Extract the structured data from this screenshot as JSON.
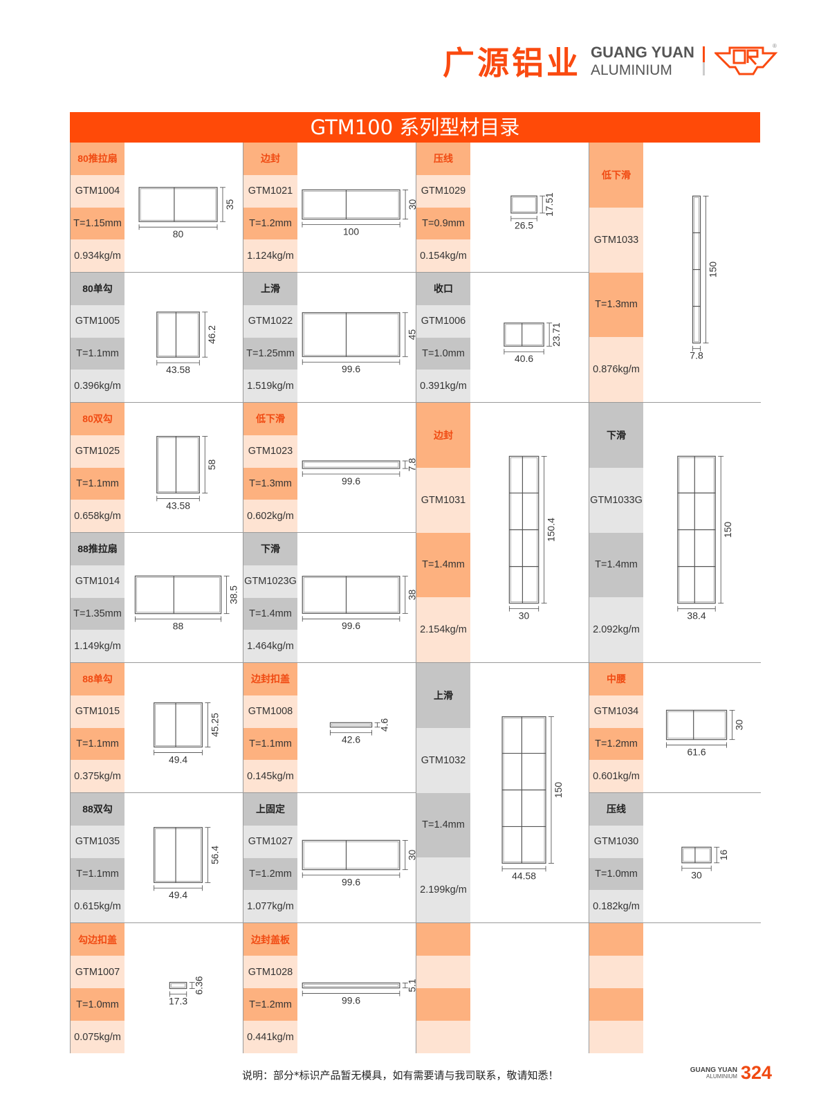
{
  "brand": {
    "name_cn": "广源铝业",
    "name_en_1": "GUANG YUAN",
    "name_en_2": "ALUMINIUM",
    "logo_mark": "CR",
    "registered": "®"
  },
  "title": "GTM100 系列型材目录",
  "colors": {
    "accent": "#ff4a08",
    "orange_dark": "#fdb17f",
    "orange_light": "#fee3d2",
    "gray_dark": "#c5c5c5",
    "gray_light": "#e5e5e5"
  },
  "cells": [
    {
      "col": 0,
      "row": 0,
      "span": 1,
      "scheme": "o",
      "name": "80推拉扇",
      "code": "GTM1004",
      "t": "T=1.15mm",
      "weight": "0.934kg/m",
      "w": "80",
      "h": "35",
      "wv": 80,
      "hv": 35
    },
    {
      "col": 0,
      "row": 1,
      "span": 1,
      "scheme": "g",
      "name": "80单勾",
      "code": "GTM1005",
      "t": "T=1.1mm",
      "weight": "0.396kg/m",
      "w": "43.58",
      "h": "46.2",
      "wv": 43.58,
      "hv": 46.2
    },
    {
      "col": 0,
      "row": 2,
      "span": 1,
      "scheme": "o",
      "name": "80双勾",
      "code": "GTM1025",
      "t": "T=1.1mm",
      "weight": "0.658kg/m",
      "w": "43.58",
      "h": "58",
      "wv": 43.58,
      "hv": 58
    },
    {
      "col": 0,
      "row": 3,
      "span": 1,
      "scheme": "g",
      "name": "88推拉扇",
      "code": "GTM1014",
      "t": "T=1.35mm",
      "weight": "1.149kg/m",
      "w": "88",
      "h": "38.5",
      "wv": 88,
      "hv": 38.5
    },
    {
      "col": 0,
      "row": 4,
      "span": 1,
      "scheme": "o",
      "name": "88单勾",
      "code": "GTM1015",
      "t": "T=1.1mm",
      "weight": "0.375kg/m",
      "w": "49.4",
      "h": "45.25",
      "wv": 49.4,
      "hv": 45.25
    },
    {
      "col": 0,
      "row": 5,
      "span": 1,
      "scheme": "g",
      "name": "88双勾",
      "code": "GTM1035",
      "t": "T=1.1mm",
      "weight": "0.615kg/m",
      "w": "49.4",
      "h": "56.4",
      "wv": 49.4,
      "hv": 56.4
    },
    {
      "col": 0,
      "row": 6,
      "span": 1,
      "scheme": "o",
      "name": "勾边扣盖",
      "code": "GTM1007",
      "t": "T=1.0mm",
      "weight": "0.075kg/m",
      "w": "17.3",
      "h": "6.36",
      "wv": 17.3,
      "hv": 6.36
    },
    {
      "col": 1,
      "row": 0,
      "span": 1,
      "scheme": "o",
      "name": "边封",
      "code": "GTM1021",
      "t": "T=1.2mm",
      "weight": "1.124kg/m",
      "w": "100",
      "h": "30",
      "wv": 100,
      "hv": 30
    },
    {
      "col": 1,
      "row": 1,
      "span": 1,
      "scheme": "g",
      "name": "上滑",
      "code": "GTM1022",
      "t": "T=1.25mm",
      "weight": "1.519kg/m",
      "w": "99.6",
      "h": "45",
      "wv": 99.6,
      "hv": 45
    },
    {
      "col": 1,
      "row": 2,
      "span": 1,
      "scheme": "o",
      "name": "低下滑",
      "code": "GTM1023",
      "t": "T=1.3mm",
      "weight": "0.602kg/m",
      "w": "99.6",
      "h": "7.8",
      "wv": 99.6,
      "hv": 7.8
    },
    {
      "col": 1,
      "row": 3,
      "span": 1,
      "scheme": "g",
      "name": "下滑",
      "code": "GTM1023G",
      "t": "T=1.4mm",
      "weight": "1.464kg/m",
      "w": "99.6",
      "h": "38",
      "wv": 99.6,
      "hv": 38
    },
    {
      "col": 1,
      "row": 4,
      "span": 1,
      "scheme": "o",
      "name": "边封扣盖",
      "code": "GTM1008",
      "t": "T=1.1mm",
      "weight": "0.145kg/m",
      "w": "42.6",
      "h": "4.6",
      "wv": 42.6,
      "hv": 4.6
    },
    {
      "col": 1,
      "row": 5,
      "span": 1,
      "scheme": "g",
      "name": "上固定",
      "code": "GTM1027",
      "t": "T=1.2mm",
      "weight": "1.077kg/m",
      "w": "99.6",
      "h": "30",
      "wv": 99.6,
      "hv": 30
    },
    {
      "col": 1,
      "row": 6,
      "span": 1,
      "scheme": "o",
      "name": "边封盖板",
      "code": "GTM1028",
      "t": "T=1.2mm",
      "weight": "0.441kg/m",
      "w": "99.6",
      "h": "5.1",
      "wv": 99.6,
      "hv": 5.1
    },
    {
      "col": 2,
      "row": 0,
      "span": 1,
      "scheme": "o",
      "name": "压线",
      "code": "GTM1029",
      "t": "T=0.9mm",
      "weight": "0.154kg/m",
      "w": "26.5",
      "h": "17.51",
      "wv": 26.5,
      "hv": 17.51
    },
    {
      "col": 2,
      "row": 1,
      "span": 1,
      "scheme": "g",
      "name": "收口",
      "code": "GTM1006",
      "t": "T=1.0mm",
      "weight": "0.391kg/m",
      "w": "40.6",
      "h": "23.71",
      "wv": 40.6,
      "hv": 23.71
    },
    {
      "col": 2,
      "row": 2,
      "span": 2,
      "scheme": "o",
      "name": "边封",
      "code": "GTM1031",
      "t": "T=1.4mm",
      "weight": "2.154kg/m",
      "w": "30",
      "h": "150.4",
      "wv": 30,
      "hv": 150.4
    },
    {
      "col": 2,
      "row": 4,
      "span": 2,
      "scheme": "g",
      "name": "上滑",
      "code": "GTM1032",
      "t": "T=1.4mm",
      "weight": "2.199kg/m",
      "w": "44.58",
      "h": "150",
      "wv": 44.58,
      "hv": 150
    },
    {
      "col": 2,
      "row": 6,
      "span": 1,
      "scheme": "o",
      "name": "",
      "code": "",
      "t": "",
      "weight": "",
      "w": "",
      "h": "",
      "wv": 0,
      "hv": 0
    },
    {
      "col": 3,
      "row": 0,
      "span": 2,
      "scheme": "o",
      "name": "低下滑",
      "code": "GTM1033",
      "t": "T=1.3mm",
      "weight": "0.876kg/m",
      "w": "7.8",
      "h": "150",
      "wv": 7.8,
      "hv": 150
    },
    {
      "col": 3,
      "row": 2,
      "span": 2,
      "scheme": "g",
      "name": "下滑",
      "code": "GTM1033G",
      "t": "T=1.4mm",
      "weight": "2.092kg/m",
      "w": "38.4",
      "h": "150",
      "wv": 38.4,
      "hv": 150
    },
    {
      "col": 3,
      "row": 4,
      "span": 1,
      "scheme": "o",
      "name": "中腰",
      "code": "GTM1034",
      "t": "T=1.2mm",
      "weight": "0.601kg/m",
      "w": "61.6",
      "h": "30",
      "wv": 61.6,
      "hv": 30
    },
    {
      "col": 3,
      "row": 5,
      "span": 1,
      "scheme": "g",
      "name": "压线",
      "code": "GTM1030",
      "t": "T=1.0mm",
      "weight": "0.182kg/m",
      "w": "30",
      "h": "16",
      "wv": 30,
      "hv": 16
    },
    {
      "col": 3,
      "row": 6,
      "span": 1,
      "scheme": "o",
      "name": "",
      "code": "",
      "t": "",
      "weight": "",
      "w": "",
      "h": "",
      "wv": 0,
      "hv": 0
    }
  ],
  "footer": {
    "note": "说明：部分*标识产品暂无模具，如有需要请与我司联系，敬请知悉！",
    "brand_1": "GUANG YUAN",
    "brand_2": "ALUMINIUM",
    "page_number": "324"
  }
}
